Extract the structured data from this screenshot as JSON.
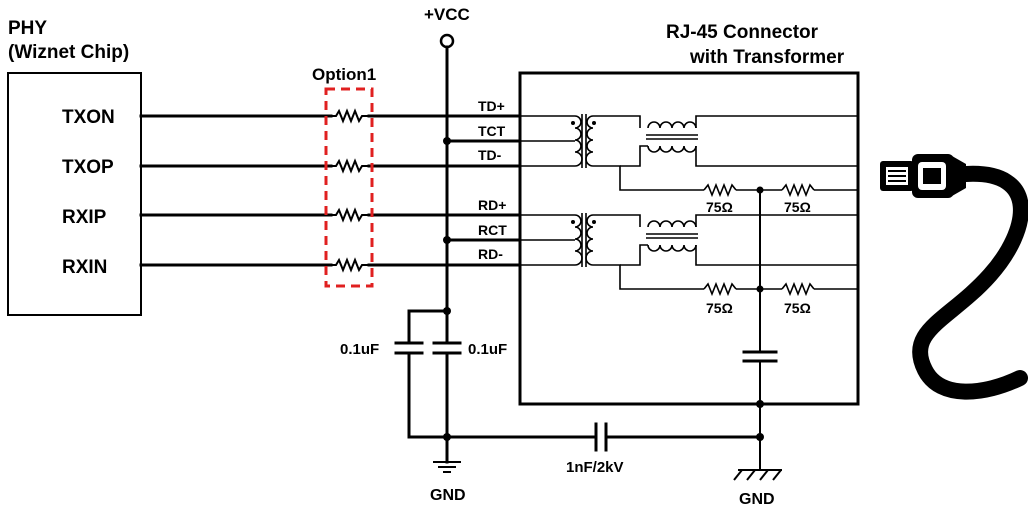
{
  "phy": {
    "title_line1": "PHY",
    "title_line2": "(Wiznet Chip)",
    "pins": [
      "TXON",
      "TXOP",
      "RXIP",
      "RXIN"
    ]
  },
  "option_label": "Option1",
  "vcc_label": "+VCC",
  "connector": {
    "title_line1": "RJ-45 Connector",
    "title_line2": "with Transformer"
  },
  "signals": [
    "TD+",
    "TCT",
    "TD-",
    "RD+",
    "RCT",
    "RD-"
  ],
  "resistor_labels": [
    "75Ω",
    "75Ω",
    "75Ω",
    "75Ω"
  ],
  "cap_labels": {
    "left": "0.1uF",
    "right": "0.1uF",
    "hv": "1nF/2kV"
  },
  "gnd_labels": {
    "left": "GND",
    "right": "GND"
  },
  "icons": [
    "rj45-plug-icon"
  ]
}
